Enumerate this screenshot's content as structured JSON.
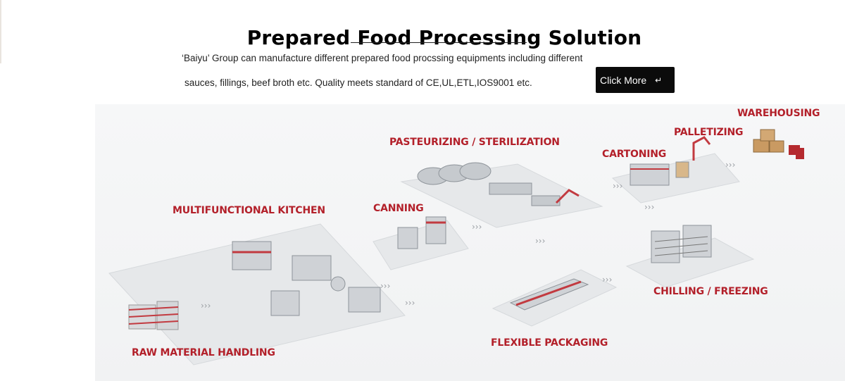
{
  "header": {
    "title": "Prepared Food Processing Solution",
    "description_line1": "‘Baiyu’ Group can manufacture different prepared food procssing equipments including different",
    "description_line2": "sauces, fillings, beef broth etc. Quality meets standard of CE,UL,ETL,IOS9001 etc.",
    "cta_label": "Click More",
    "cta_icon": "↵"
  },
  "stages": {
    "raw": "RAW MATERIAL HANDLING",
    "kitchen": "MULTIFUNCTIONAL KITCHEN",
    "canning": "CANNING",
    "pasteurizing": "PASTEURIZING / STERILIZATION",
    "packaging": "FLEXIBLE PACKAGING",
    "chilling": "CHILLING / FREEZING",
    "cartoning": "CARTONING",
    "palletizing": "PALLETIZING",
    "warehousing": "WAREHOUSING"
  },
  "colors": {
    "accent": "#b3202a",
    "cta_bg": "#0b0b0b",
    "platform": "#e4e6e8",
    "machine": "#c9cdd1"
  }
}
